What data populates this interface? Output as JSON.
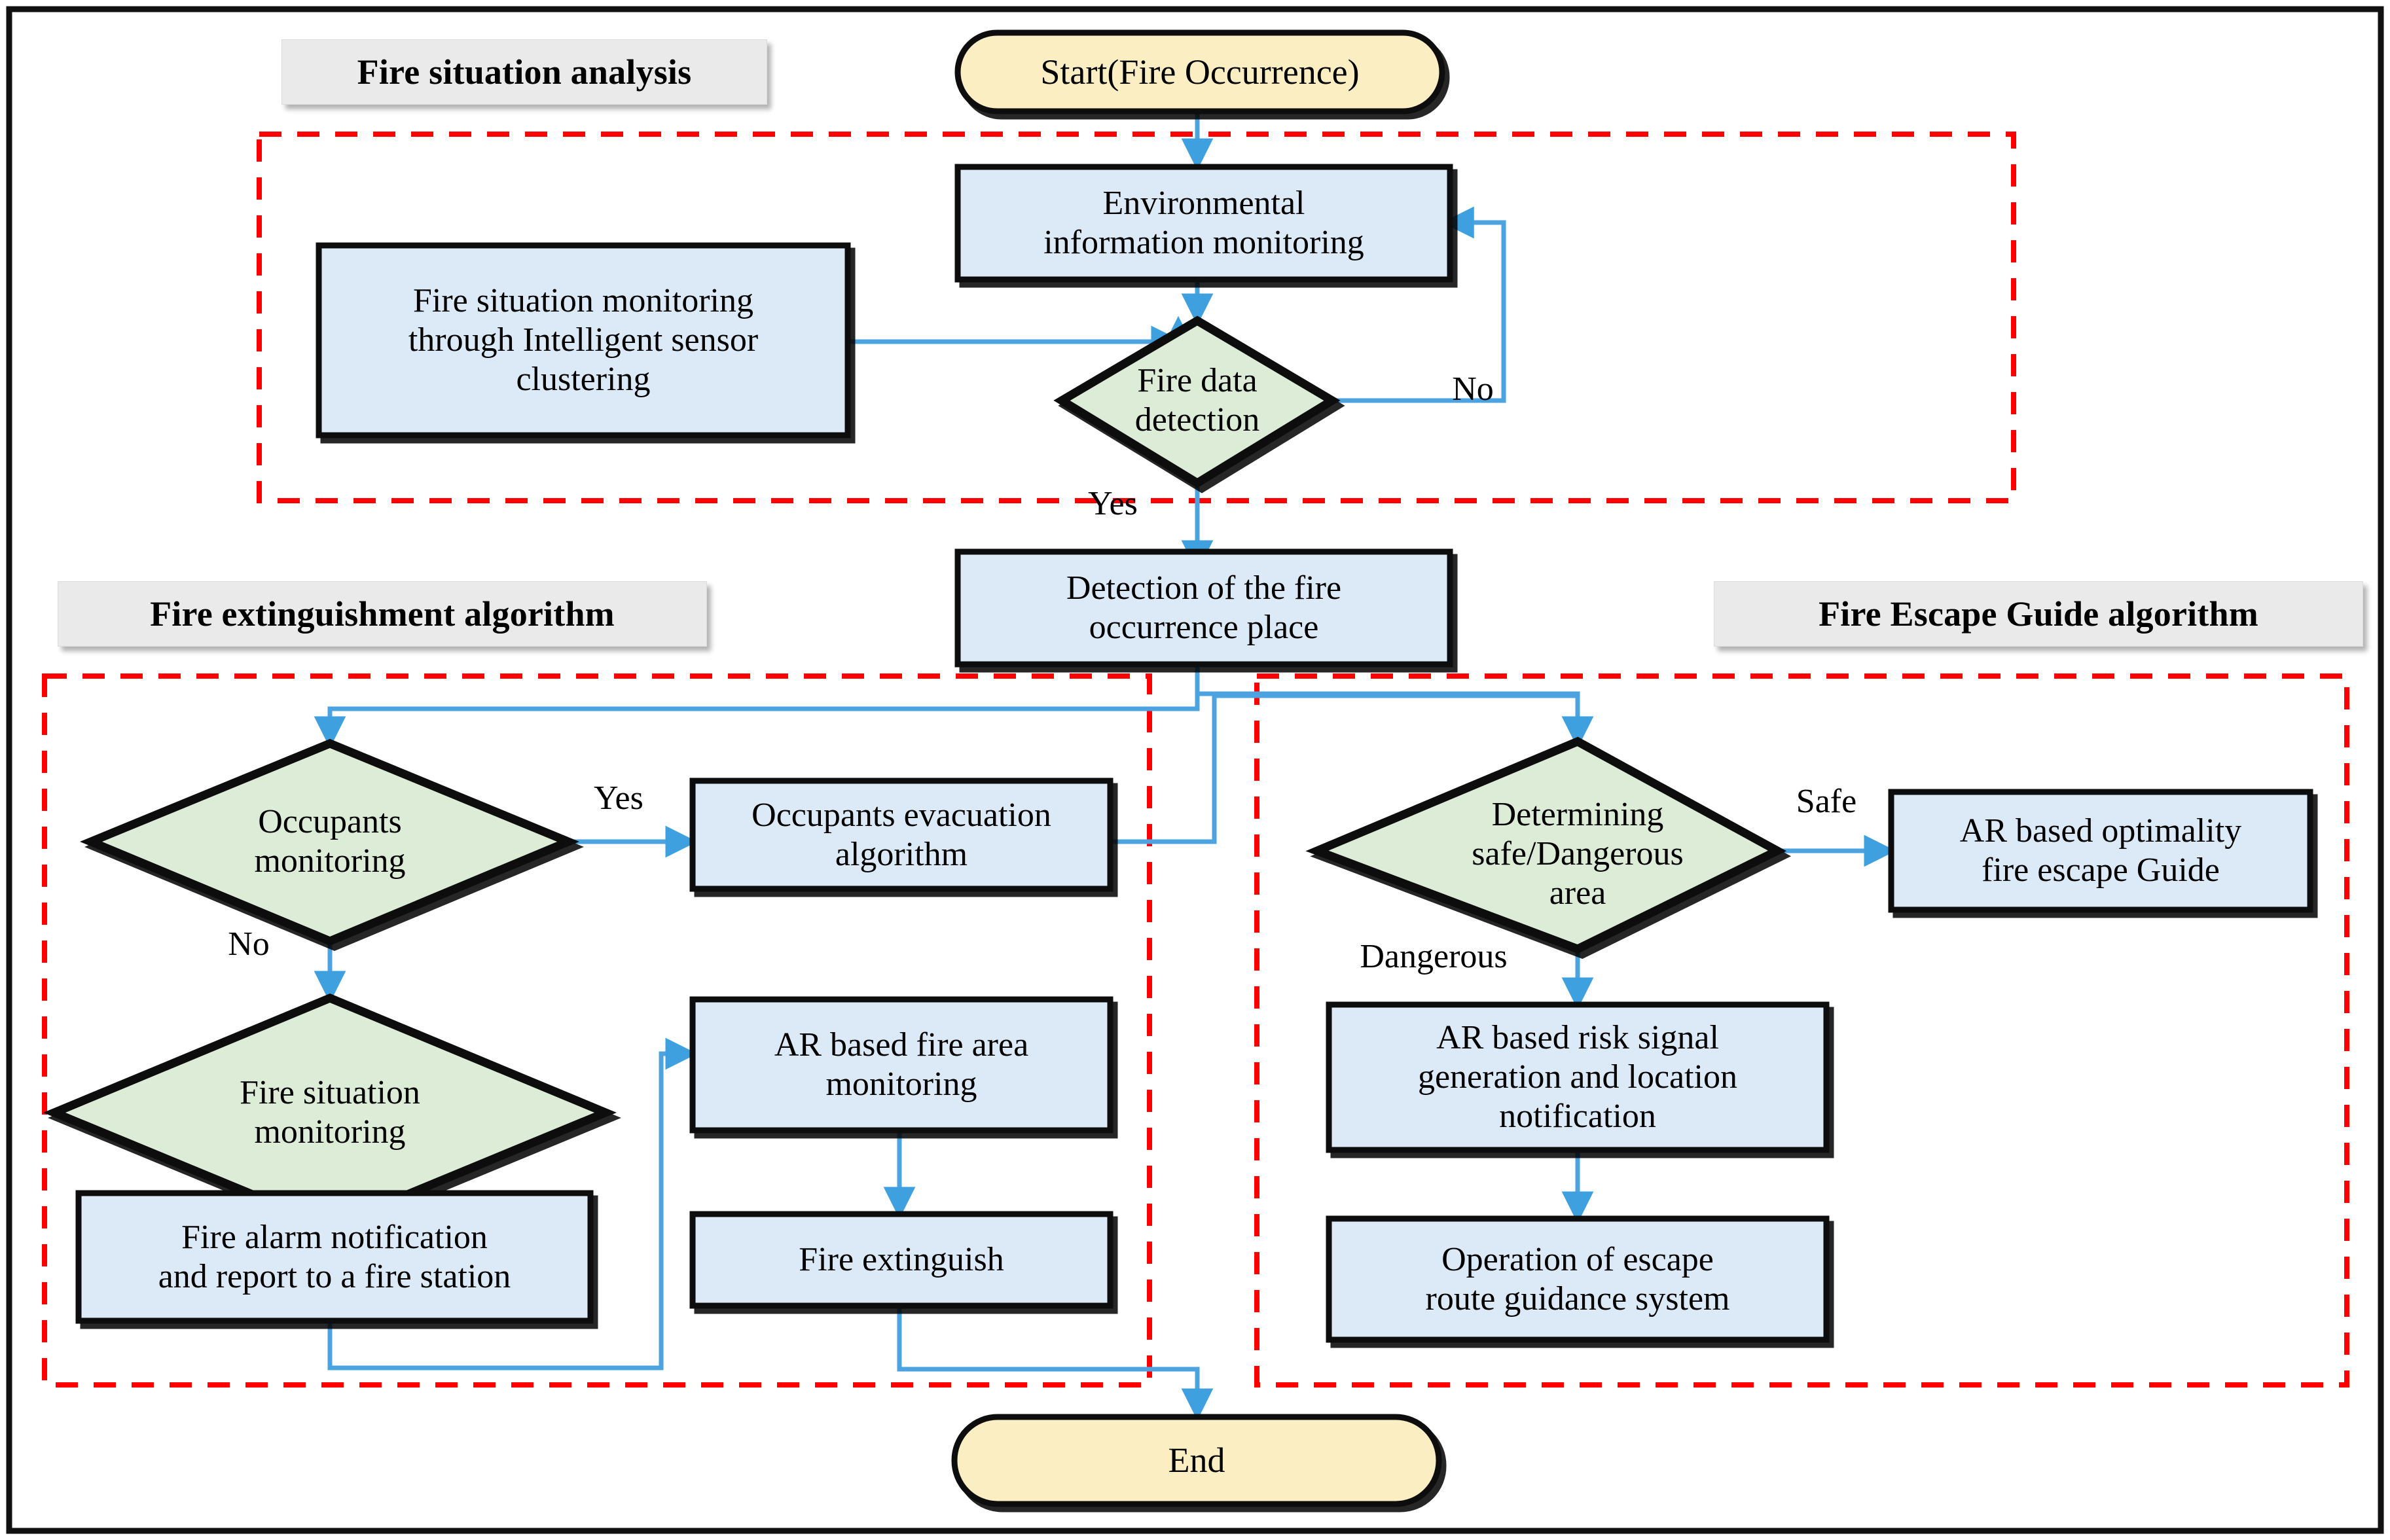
{
  "diagram": {
    "title_present": false,
    "colors": {
      "process_fill": "#dceaf7",
      "decision_fill": "#dcecd7",
      "terminator_fill": "#fbeec3",
      "shape_stroke": "#000000",
      "connector": "#4da3e0",
      "region_dash": "#ff0000",
      "section_header_fill": "#eaeaea",
      "outer_border": "#000000"
    },
    "sections": [
      {
        "id": "fire-situation-analysis",
        "label": "Fire situation analysis"
      },
      {
        "id": "fire-extinguishment-algorithm",
        "label": "Fire extinguishment algorithm"
      },
      {
        "id": "fire-escape-guide-algorithm",
        "label": "Fire Escape Guide algorithm"
      }
    ],
    "nodes": [
      {
        "id": "start",
        "type": "terminator",
        "label": "Start(Fire Occurrence)"
      },
      {
        "id": "env-monitoring",
        "type": "process",
        "label": "Environmental\ninformation monitoring"
      },
      {
        "id": "sensor-clustering",
        "type": "process",
        "label": "Fire situation  monitoring\nthrough Intelligent sensor\nclustering"
      },
      {
        "id": "fire-data-detection",
        "type": "decision",
        "label": "Fire data\ndetection"
      },
      {
        "id": "detection-place",
        "type": "process",
        "label": "Detection of the fire\noccurrence place"
      },
      {
        "id": "occupants-monitoring",
        "type": "decision",
        "label": "Occupants\nmonitoring"
      },
      {
        "id": "occupants-evac",
        "type": "process",
        "label": "Occupants evacuation\nalgorithm"
      },
      {
        "id": "fire-situation-mon",
        "type": "decision",
        "label": "Fire situation\nmonitoring"
      },
      {
        "id": "ar-fire-area",
        "type": "process",
        "label": "AR based fire area\nmonitoring"
      },
      {
        "id": "fire-alarm",
        "type": "process",
        "label": "Fire alarm notification\nand report to a fire station"
      },
      {
        "id": "fire-extinguish",
        "type": "process",
        "label": "Fire extinguish"
      },
      {
        "id": "determining-area",
        "type": "decision",
        "label": "Determining\nsafe/Dangerous\narea"
      },
      {
        "id": "ar-optimality",
        "type": "process",
        "label": "AR based optimality\nfire escape Guide"
      },
      {
        "id": "ar-risk-signal",
        "type": "process",
        "label": "AR based risk signal\ngeneration and location\nnotification"
      },
      {
        "id": "escape-route",
        "type": "process",
        "label": "Operation of escape\nroute guidance system"
      },
      {
        "id": "end",
        "type": "terminator",
        "label": "End"
      }
    ],
    "edge_labels": [
      {
        "id": "fire-data-no",
        "label": "No"
      },
      {
        "id": "fire-data-yes",
        "label": "Yes"
      },
      {
        "id": "occupants-yes",
        "label": "Yes"
      },
      {
        "id": "occupants-no",
        "label": "No"
      },
      {
        "id": "determining-safe",
        "label": "Safe"
      },
      {
        "id": "determining-danger",
        "label": "Dangerous"
      }
    ]
  }
}
